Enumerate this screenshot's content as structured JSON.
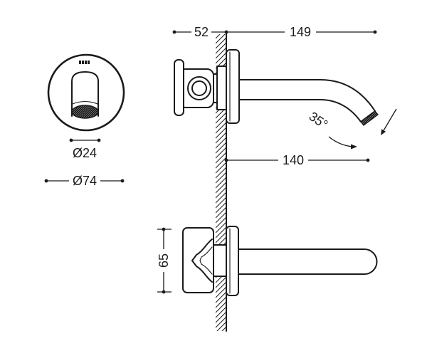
{
  "front_view": {
    "inner_diameter_label": "Ø24",
    "outer_diameter_label": "Ø74"
  },
  "side_view": {
    "handle_offset_label": "52",
    "spout_length_label": "149",
    "spout_reach_label": "140",
    "outlet_angle_label": "35°"
  },
  "plan_view": {
    "handle_height_label": "65"
  },
  "colors": {
    "ink": "#1b1b1b",
    "paper": "#ffffff"
  }
}
